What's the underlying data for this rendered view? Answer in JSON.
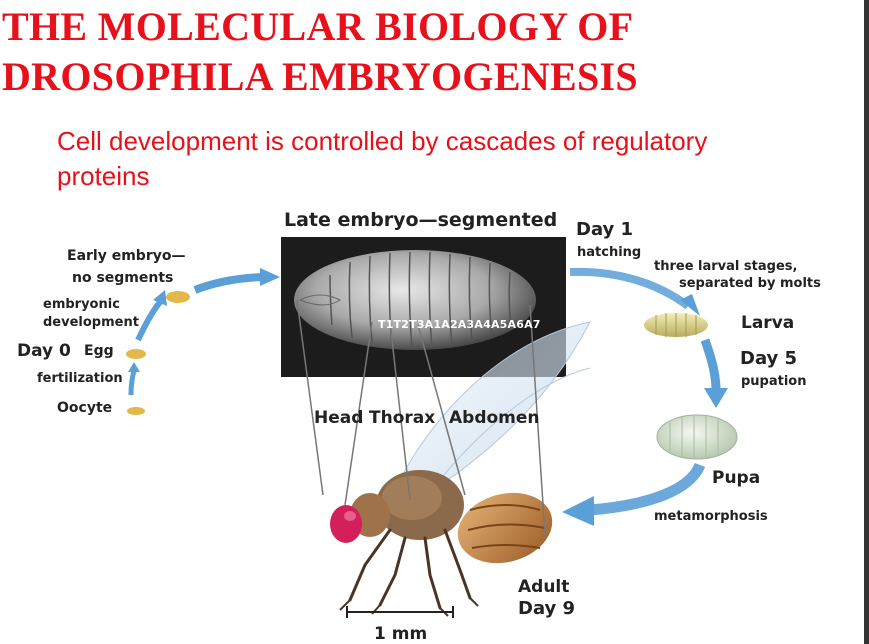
{
  "title": {
    "line1": "THE MOLECULAR BIOLOGY OF",
    "line2": "DROSOPHILA EMBRYOGENESIS"
  },
  "subtitle": "Cell development is controlled by cascades of regulatory proteins",
  "colors": {
    "title": "#e8101a",
    "arrow": "#5b9fd8",
    "egg": "#e2b848",
    "larva": "#d9d08a",
    "pupa": "#cfe0c8",
    "embryo_box": "#1c1c1c"
  },
  "diagram": {
    "late_embryo_label": "Late embryo—segmented",
    "segment_codes": "T1T2T3A1A2A3A4A5A6A7",
    "early_embryo_line1": "Early embryo—",
    "early_embryo_line2": "no segments",
    "embryonic_dev_line1": "embryonic",
    "embryonic_dev_line2": "development",
    "day0_label": "Day 0",
    "egg_label": "Egg",
    "fertilization_label": "fertilization",
    "oocyte_label": "Oocyte",
    "day1_label": "Day 1",
    "hatching_label": "hatching",
    "larval_stages_line1": "three larval stages,",
    "larval_stages_line2": "separated by molts",
    "larva_label": "Larva",
    "day5_label": "Day 5",
    "pupation_label": "pupation",
    "pupa_label": "Pupa",
    "metamorphosis_label": "metamorphosis",
    "head_label": "Head",
    "thorax_label": "Thorax",
    "abdomen_label": "Abdomen",
    "adult_label": "Adult",
    "day9_label": "Day 9",
    "scale_label": "1 mm"
  }
}
